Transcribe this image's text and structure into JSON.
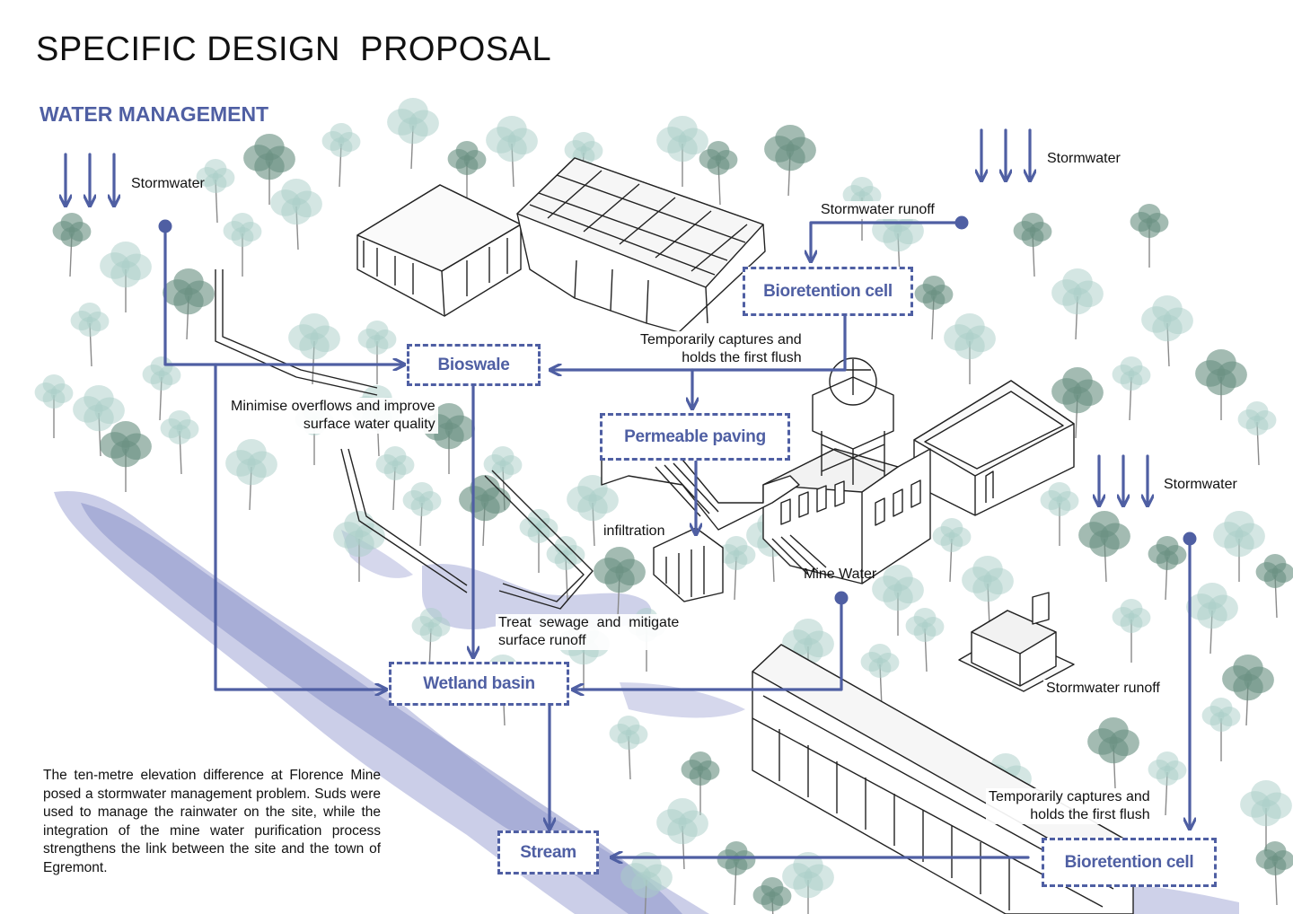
{
  "title": "SPECIFIC DESIGN  PROPOSAL",
  "subtitle": "WATER MANAGEMENT",
  "colors": {
    "accent": "#4f5fa3",
    "water": "#8d93c8",
    "tree_dark": "#6a9283",
    "tree_light": "#a9cdc8"
  },
  "boxes": {
    "bioretention_top": "Bioretention cell",
    "bioswale": "Bioswale",
    "permeable_paving": "Permeable paving",
    "wetland_basin": "Wetland basin",
    "stream": "Stream",
    "bioretention_bottom": "Bioretention cell"
  },
  "labels": {
    "stormwater_left": "Stormwater",
    "stormwater_top_right": "Stormwater",
    "stormwater_right": "Stormwater",
    "stormwater_runoff_top": "Stormwater runoff",
    "stormwater_runoff_right": "Stormwater runoff",
    "captures_top_1": "Temporarily captures and",
    "captures_top_2": "holds the first flush",
    "captures_bottom_1": "Temporarily captures and",
    "captures_bottom_2": "holds the first flush",
    "minimise_1": "Minimise overflows and improve",
    "minimise_2": "surface water quality",
    "infiltration": "infiltration",
    "mine_water": "Mine Water",
    "treat_1": "Treat  sewage  and  mitigate",
    "treat_2": "surface runoff"
  },
  "description": "The ten-metre elevation difference at Florence Mine posed a stormwater management problem. Suds were used to manage the rainwater on the site, while the integration of the mine water purification process strengthens the link between the site and the town of Egremont."
}
